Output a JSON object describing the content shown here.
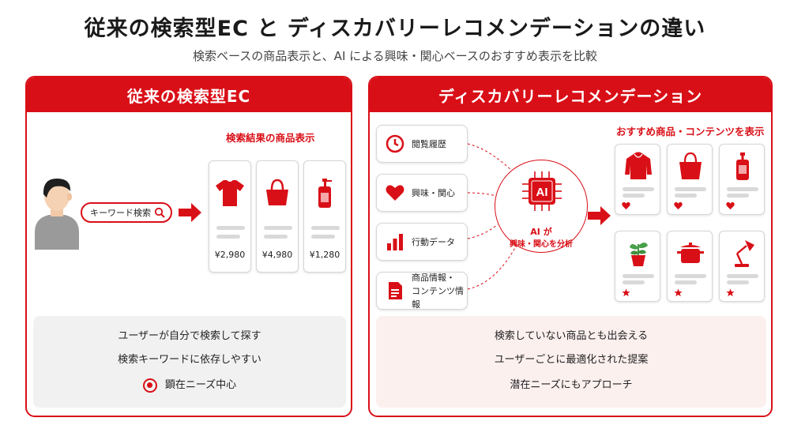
{
  "header": {
    "title": "従来の検索型EC と ディスカバリーレコメンデーションの違い",
    "subtitle": "検索ベースの商品表示と、AI による興味・関心ベースのおすすめ表示を比較"
  },
  "left": {
    "heading": "従来の検索型EC",
    "results_label": "検索結果の商品表示",
    "search_text": "キーワード検索",
    "products": [
      {
        "icon": "tshirt-icon",
        "price": "¥2,980"
      },
      {
        "icon": "handbag-icon",
        "price": "¥4,980"
      },
      {
        "icon": "pump-bottle-icon",
        "price": "¥1,280"
      }
    ],
    "notes": [
      "ユーザーが自分で検索して探す",
      "検索キーワードに依存しやすい",
      "顕在ニーズ中心"
    ]
  },
  "right": {
    "heading": "ディスカバリーレコメンデーション",
    "rec_label": "おすすめ商品・コンテンツを表示",
    "inputs": [
      {
        "icon": "clock-icon",
        "label": "閲覧履歴"
      },
      {
        "icon": "heart-icon",
        "label": "興味・関心"
      },
      {
        "icon": "bar-chart-icon",
        "label": "行動データ"
      },
      {
        "icon": "document-icon",
        "label_line1": "商品情報・",
        "label_line2": "コンテンツ情報"
      }
    ],
    "ai": {
      "chip_text": "AI",
      "caption1": "AI が",
      "caption2": "興味・関心を分析"
    },
    "recommendations": [
      {
        "icon": "hoodie-icon",
        "mark": "heart"
      },
      {
        "icon": "tote-bag-icon",
        "mark": "heart"
      },
      {
        "icon": "bottle-icon",
        "mark": "heart"
      },
      {
        "icon": "potted-plant-icon",
        "mark": "star"
      },
      {
        "icon": "pot-icon",
        "mark": "star"
      },
      {
        "icon": "desk-lamp-icon",
        "mark": "star"
      }
    ],
    "notes": [
      "検索していない商品とも出会える",
      "ユーザーごとに最適化された提案",
      "潜在ニーズにもアプローチ"
    ]
  },
  "colors": {
    "accent": "#d90f17",
    "card_border": "#d6d6d6",
    "left_note_bg": "#f1f1f1",
    "right_note_bg": "#fcf0ef"
  }
}
